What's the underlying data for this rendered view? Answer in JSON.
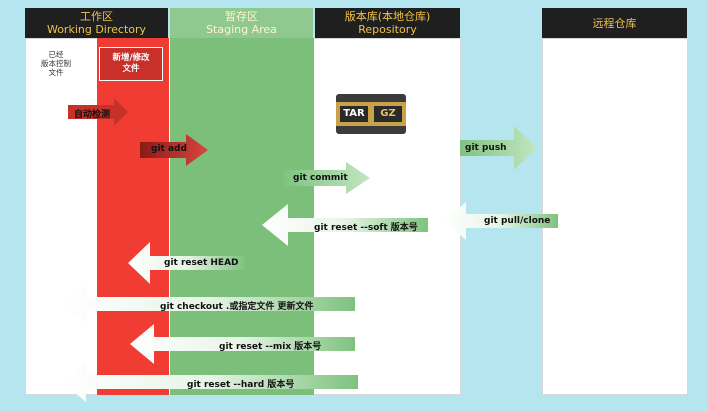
{
  "headers": {
    "workspace": {
      "line1": "工作区",
      "line2": "Working Directory"
    },
    "staging": {
      "line1": "暂存区",
      "line2": "Staging Area"
    },
    "repository": {
      "line1": "版本库(本地仓库)",
      "line2": "Repository"
    },
    "remote": {
      "line1": "远程仓库"
    }
  },
  "workspace_note": "已经\n版本控制\n文件",
  "new_modified_box": "新增/修改\n文件",
  "auto_detect_label": "自动检测",
  "archive_icon": {
    "left": "TAR",
    "right": "GZ"
  },
  "commands": {
    "git_add": "git add",
    "git_commit": "git commit",
    "git_reset_soft": "git reset --soft 版本号",
    "git_reset_head": "git reset HEAD",
    "git_checkout": "git  checkout  .或指定文件 更新文件",
    "git_reset_mix": "git reset --mix 版本号",
    "git_reset_hard": "git reset --hard   版本号",
    "git_push": "git push",
    "git_pull": "git pull/clone"
  },
  "colors": {
    "workspace_red": "#f03c32",
    "staging_green": "#7bbf7b",
    "header_bg": "#1f1f1f",
    "header_text": "#f0c24a",
    "arrow_green": "#7fc27f",
    "arrow_red": "#c8302a",
    "background": "#b5e6ef"
  }
}
